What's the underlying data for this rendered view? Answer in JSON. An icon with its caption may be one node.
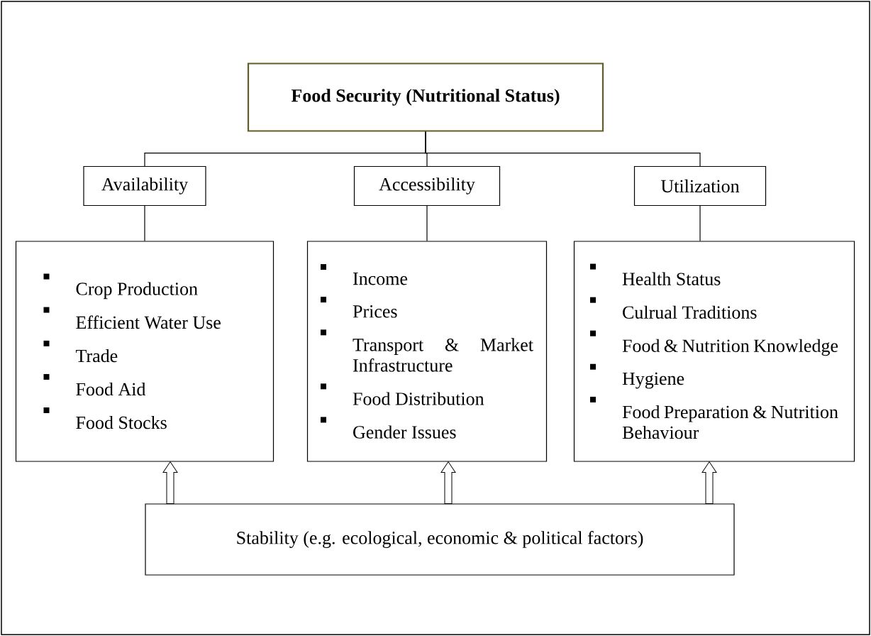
{
  "diagram": {
    "nodes": [
      {
        "text": [
          "Food Security (Nutritional Status)"
        ]
      },
      {
        "text": [
          "Availability"
        ]
      },
      {
        "text": [
          "Accessibility"
        ]
      },
      {
        "text": [
          "Utilization"
        ]
      },
      {
        "text": [
          "Crop Production",
          "Efficient Water Use",
          "Trade",
          "Food Aid",
          "Food Stocks"
        ]
      },
      {
        "text": [
          "Income",
          "Prices",
          "Transport & Market Infrastructure",
          "Food Distribution",
          "Gender Issues"
        ]
      },
      {
        "text": [
          "Health Status",
          "Culrual Traditions",
          "Food & Nutrition Knowledge",
          "Hygiene",
          "Food Preparation & Nutrition Behaviour"
        ]
      },
      {
        "text": [
          "Stability (e.g. ecological, economic & political factors)"
        ]
      }
    ],
    "edges": [
      {
        "from": 0,
        "to": 1,
        "arrow": "none"
      },
      {
        "from": 0,
        "to": 2,
        "arrow": "none"
      },
      {
        "from": 0,
        "to": 3,
        "arrow": "none"
      },
      {
        "from": 1,
        "to": 4,
        "arrow": "none"
      },
      {
        "from": 2,
        "to": 5,
        "arrow": "none"
      },
      {
        "from": 3,
        "to": 6,
        "arrow": "none"
      },
      {
        "from": 7,
        "to": 4,
        "arrow": "to"
      },
      {
        "from": 7,
        "to": 5,
        "arrow": "to"
      },
      {
        "from": 7,
        "to": 6,
        "arrow": "to"
      }
    ]
  }
}
